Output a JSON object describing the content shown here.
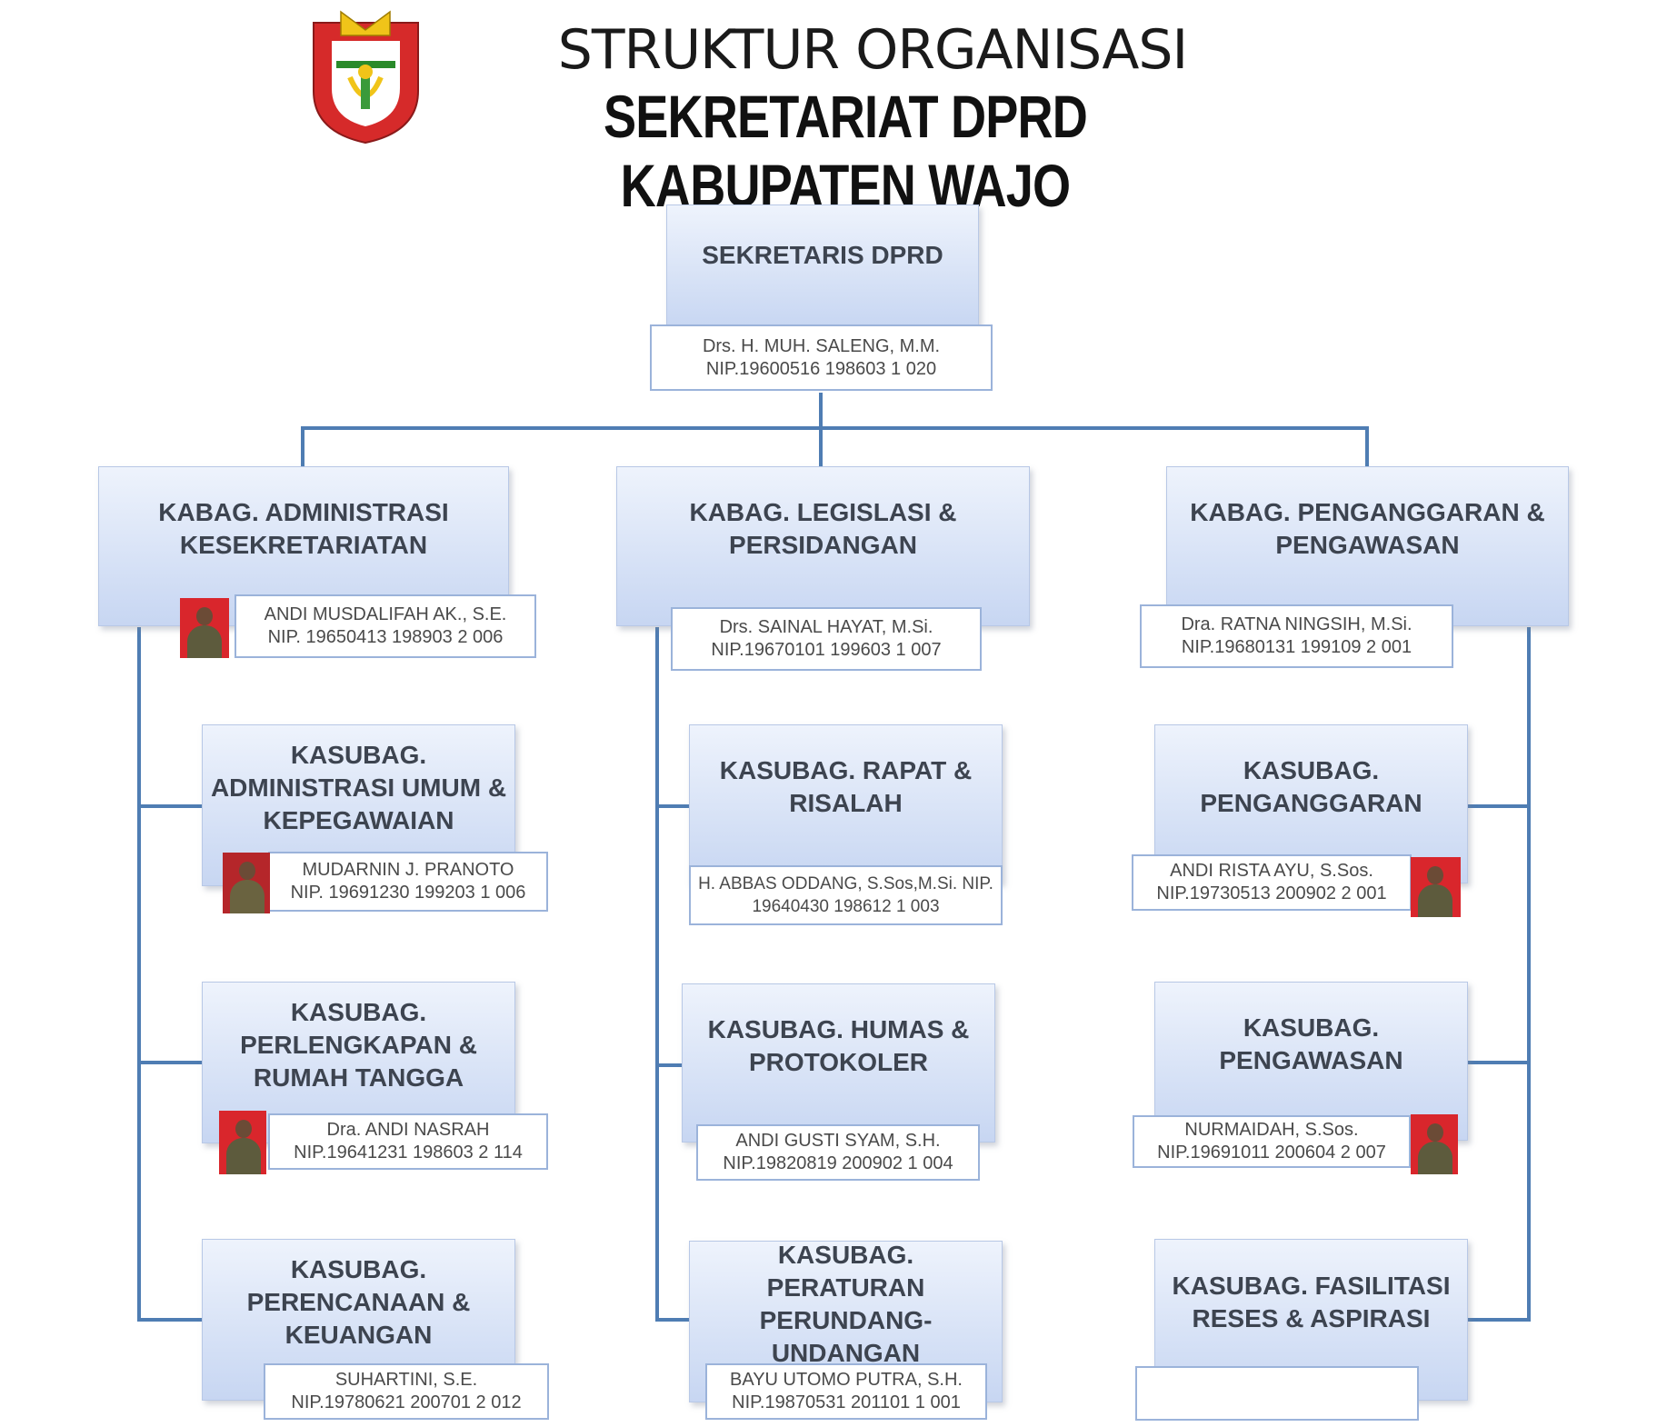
{
  "header": {
    "line1": "STRUKTUR ORGANISASI",
    "line2": "SEKRETARIAT DPRD KABUPATEN WAJO",
    "logo_icon": "regency-crest-icon",
    "colors": {
      "box_top": "#eef3fc",
      "box_bottom": "#c7d6f2",
      "connector": "#4f7db3",
      "label_border": "#9bb3da"
    }
  },
  "sekretaris": {
    "title": "SEKRETARIS DPRD",
    "name": "Drs. H. MUH. SALENG, M.M.",
    "nip": "NIP.19600516 198603 1 020"
  },
  "kabag": [
    {
      "title_l1": "KABAG. ADMINISTRASI",
      "title_l2": "KESEKRETARIATAN",
      "name": "ANDI MUSDALIFAH AK., S.E.",
      "nip": "NIP. 19650413 198903 2 006",
      "kasubag": [
        {
          "l1": "KASUBAG.",
          "l2": "ADMINISTRASI UMUM &",
          "l3": "KEPEGAWAIAN",
          "name": "MUDARNIN J. PRANOTO",
          "nip": "NIP. 19691230 199203 1 006"
        },
        {
          "l1": "KASUBAG.",
          "l2": "PERLENGKAPAN &",
          "l3": "RUMAH TANGGA",
          "name": "Dra. ANDI NASRAH",
          "nip": "NIP.19641231 198603 2 114"
        },
        {
          "l1": "KASUBAG.",
          "l2": "PERENCANAAN &",
          "l3": "KEUANGAN",
          "name": "SUHARTINI, S.E.",
          "nip": "NIP.19780621 200701 2 012"
        }
      ]
    },
    {
      "title_l1": "KABAG. LEGISLASI &",
      "title_l2": "PERSIDANGAN",
      "name": "Drs. SAINAL HAYAT, M.Si.",
      "nip": "NIP.19670101 199603 1 007",
      "kasubag": [
        {
          "l1": "KASUBAG. RAPAT &",
          "l2": "RISALAH",
          "name_l1": "H. ABBAS ODDANG, S.Sos,M.Si. NIP.",
          "name_l2": "19640430 198612 1 003"
        },
        {
          "l1": "KASUBAG. HUMAS &",
          "l2": "PROTOKOLER",
          "name": "ANDI GUSTI SYAM, S.H.",
          "nip": "NIP.19820819 200902 1 004"
        },
        {
          "l1": "KASUBAG. PERATURAN",
          "l2": "PERUNDANG-",
          "l3": "UNDANGAN",
          "name": "BAYU UTOMO PUTRA, S.H.",
          "nip": "NIP.19870531 201101 1 001"
        }
      ]
    },
    {
      "title_l1": "KABAG. PENGANGGARAN &",
      "title_l2": "PENGAWASAN",
      "name": "Dra. RATNA NINGSIH, M.Si.",
      "nip": "NIP.19680131 199109 2 001",
      "kasubag": [
        {
          "l1": "KASUBAG.",
          "l2": "PENGANGGARAN",
          "name": "ANDI RISTA AYU, S.Sos.",
          "nip": "NIP.19730513 200902 2 001"
        },
        {
          "l1": "KASUBAG.",
          "l2": "PENGAWASAN",
          "name": "NURMAIDAH, S.Sos.",
          "nip": "NIP.19691011 200604 2 007"
        },
        {
          "l1": "KASUBAG. FASILITASI",
          "l2": "RESES & ASPIRASI"
        }
      ]
    }
  ]
}
